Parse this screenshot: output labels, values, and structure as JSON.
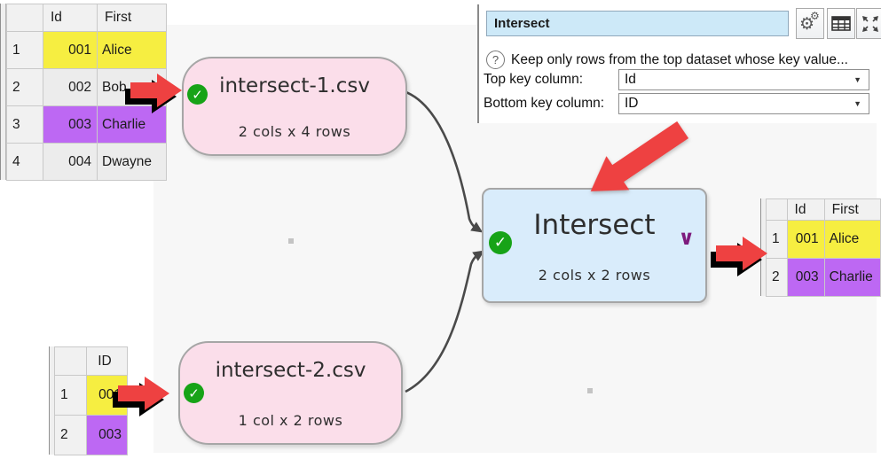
{
  "panel": {
    "title_value": "Intersect",
    "help_text": "Keep only rows from the top dataset whose key value...",
    "top_key_label": "Top key column:",
    "top_key_value": "Id",
    "bottom_key_label": "Bottom key column:",
    "bottom_key_value": "ID"
  },
  "nodes": {
    "source1": {
      "title": "intersect-1.csv",
      "subtitle": "2 cols x 4 rows"
    },
    "source2": {
      "title": "intersect-2.csv",
      "subtitle": "1 col x 2 rows"
    },
    "transform": {
      "title": "Intersect",
      "subtitle": "2 cols x 2 rows"
    }
  },
  "tables": {
    "left": {
      "headers": [
        "Id",
        "First"
      ],
      "rows": [
        {
          "num": "1",
          "id": "001",
          "first": "Alice",
          "highlight": "yellow"
        },
        {
          "num": "2",
          "id": "002",
          "first": "Bob",
          "highlight": "none"
        },
        {
          "num": "3",
          "id": "003",
          "first": "Charlie",
          "highlight": "purple"
        },
        {
          "num": "4",
          "id": "004",
          "first": "Dwayne",
          "highlight": "none"
        }
      ]
    },
    "bottom_left": {
      "headers": [
        "ID"
      ],
      "rows": [
        {
          "num": "1",
          "id": "001",
          "highlight": "yellow"
        },
        {
          "num": "2",
          "id": "003",
          "highlight": "purple"
        }
      ]
    },
    "right": {
      "headers": [
        "Id",
        "First"
      ],
      "rows": [
        {
          "num": "1",
          "id": "001",
          "first": "Alice",
          "highlight": "yellow"
        },
        {
          "num": "2",
          "id": "003",
          "first": "Charlie",
          "highlight": "purple"
        }
      ]
    }
  },
  "icons": {
    "check": "✓",
    "chevron_down": "∨",
    "dropdown_arrow": "▼",
    "help": "?",
    "gear": "⚙"
  },
  "colors": {
    "canvas_bg": "#f7f7f7",
    "node_pink": "#fbdeea",
    "node_blue": "#d9ecfb",
    "node_border": "#a6a6a6",
    "check_green": "#17a317",
    "row_yellow": "#f6ee41",
    "row_purple": "#bd68f3",
    "arrow_red": "#ee4141",
    "edge_gray": "#4a4a4a",
    "title_field_bg": "#cde9f8",
    "chevron_purple": "#7d1b7d"
  }
}
